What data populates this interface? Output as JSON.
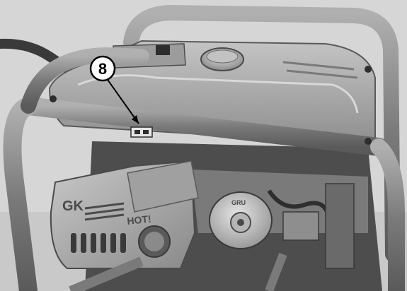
{
  "callout": {
    "number": "8"
  },
  "muffler": {
    "brand_text": "GK",
    "warning_text": "HOT!"
  },
  "air_cleaner": {
    "embossed_text": "GRU"
  },
  "colors": {
    "background": "#d9d9d9",
    "frame_tube": "#8c8c8c",
    "fuel_tank": "#a8a8a8",
    "engine": "#6e6e6e",
    "muffler_guard": "#b5b5b5",
    "shadow": "#3a3a3a",
    "callout_outline": "#000000"
  }
}
